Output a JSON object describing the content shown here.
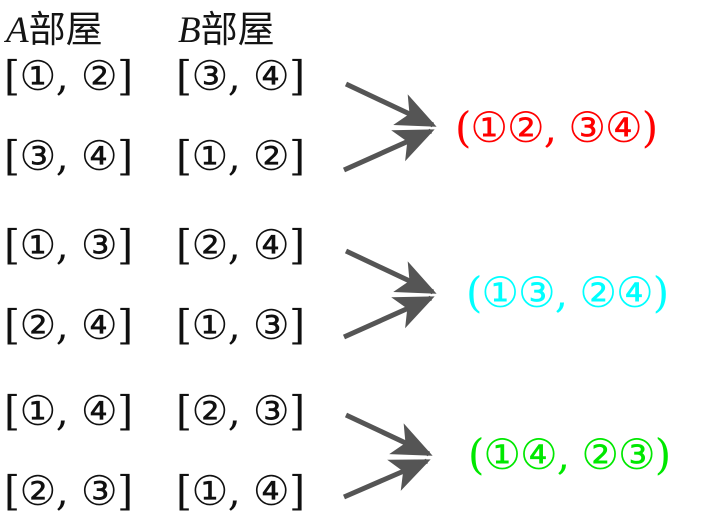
{
  "figure": {
    "headers": [
      {
        "letter": "A",
        "word": "部屋"
      },
      {
        "letter": "B",
        "word": "部屋"
      }
    ],
    "groups": [
      {
        "id": "group-1",
        "rows": [
          {
            "a": "[①, ②]",
            "b": "[③, ④]"
          },
          {
            "a": "[③, ④]",
            "b": "[①, ②]"
          }
        ],
        "result": "(①②, ③④)",
        "result_color": "#ff0000",
        "arrow_color": "#555555"
      },
      {
        "id": "group-2",
        "rows": [
          {
            "a": "[①, ③]",
            "b": "[②, ④]"
          },
          {
            "a": "[②, ④]",
            "b": "[①, ③]"
          }
        ],
        "result": "(①③, ②④)",
        "result_color": "#00ffff",
        "arrow_color": "#555555"
      },
      {
        "id": "group-3",
        "rows": [
          {
            "a": "[①, ④]",
            "b": "[②, ③]"
          },
          {
            "a": "[②, ③]",
            "b": "[①, ④]"
          }
        ],
        "result": "(①④, ②③)",
        "result_color": "#00e800",
        "arrow_color": "#555555"
      }
    ],
    "background": "#ffffff",
    "text_color": "#101010"
  }
}
